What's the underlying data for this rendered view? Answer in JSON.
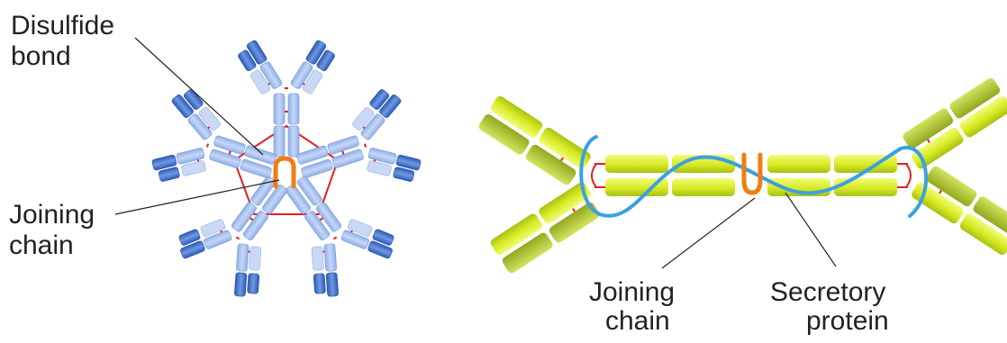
{
  "left_diagram": {
    "labels": {
      "disulfide_line1": "Disulfide",
      "disulfide_line2": "bond",
      "joining_line1": "Joining",
      "joining_line2": "chain"
    },
    "colors": {
      "heavy_chain": "#a9c3ef",
      "light_chain_dark": "#3f6fc6",
      "light_chain_light": "#c9d8f4",
      "disulfide": "#e02020",
      "joining_chain": "#f07d12"
    }
  },
  "right_diagram": {
    "labels": {
      "joining_line1": "Joining",
      "joining_line2": "chain",
      "secretory_line1": "Secretory",
      "secretory_line2": "protein"
    },
    "colors": {
      "heavy_chain": "#d9ec2a",
      "light_chain": "#a8c028",
      "secretory_protein": "#3aa0e0",
      "disulfide": "#e02020",
      "joining_chain": "#f07d12"
    }
  }
}
